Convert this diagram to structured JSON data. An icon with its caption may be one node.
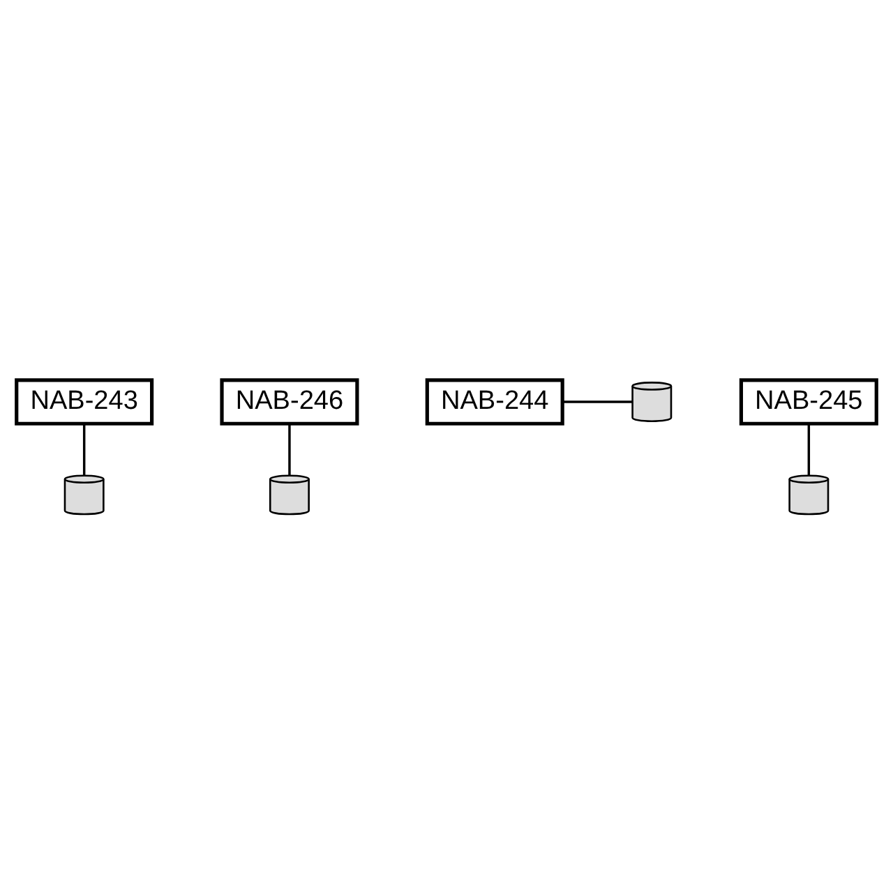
{
  "diagram": {
    "nodes": [
      {
        "text": [
          "NAB-243"
        ]
      },
      {
        "text": [
          "NAB-246"
        ]
      },
      {
        "text": [],
        "shape": "picture"
      },
      {
        "text": [],
        "shape": "picture"
      },
      {
        "text": [
          "NAB-244"
        ]
      },
      {
        "text": [],
        "shape": "picture"
      },
      {
        "text": [],
        "shape": "picture"
      },
      {
        "text": [
          "NAB-245"
        ]
      }
    ],
    "edges": [
      {
        "from": 0,
        "to": 2,
        "arrow": "none"
      },
      {
        "from": 1,
        "to": 3,
        "arrow": "none"
      },
      {
        "from": 4,
        "to": 5,
        "arrow": "none"
      },
      {
        "from": 7,
        "to": 6,
        "arrow": "none"
      }
    ]
  }
}
